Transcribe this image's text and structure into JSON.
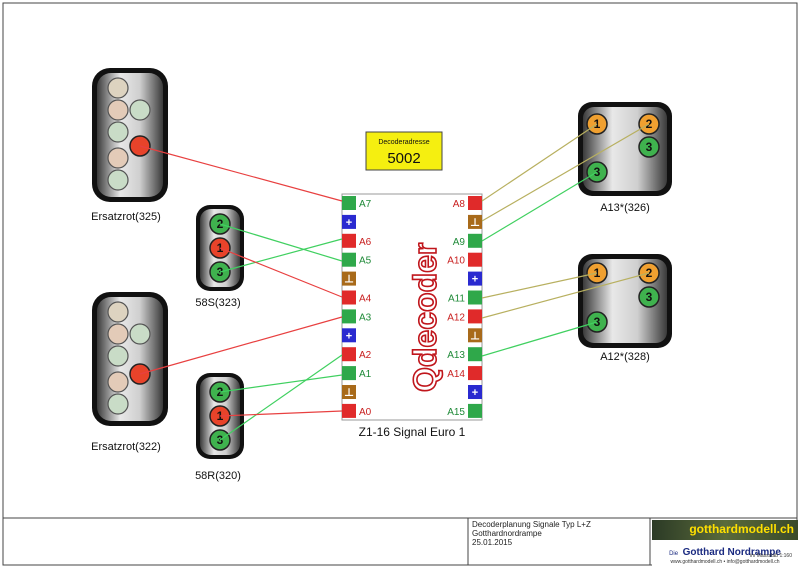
{
  "decoder": {
    "address_label": "Decoderadresse",
    "address_value": "5002",
    "name": "Z1-16 Signal Euro 1",
    "brand": "Qdecoder",
    "left_pins": [
      {
        "label": "A7",
        "type": "green"
      },
      {
        "label": "+",
        "type": "plus"
      },
      {
        "label": "A6",
        "type": "red"
      },
      {
        "label": "A5",
        "type": "green"
      },
      {
        "label": "⊥",
        "type": "ground"
      },
      {
        "label": "A4",
        "type": "red"
      },
      {
        "label": "A3",
        "type": "green"
      },
      {
        "label": "+",
        "type": "plus"
      },
      {
        "label": "A2",
        "type": "red"
      },
      {
        "label": "A1",
        "type": "green"
      },
      {
        "label": "⊥",
        "type": "ground"
      },
      {
        "label": "A0",
        "type": "red"
      }
    ],
    "right_pins": [
      {
        "label": "A8",
        "type": "red"
      },
      {
        "label": "⊥",
        "type": "ground"
      },
      {
        "label": "A9",
        "type": "green"
      },
      {
        "label": "A10",
        "type": "red"
      },
      {
        "label": "+",
        "type": "plus"
      },
      {
        "label": "A11",
        "type": "green"
      },
      {
        "label": "A12",
        "type": "red"
      },
      {
        "label": "⊥",
        "type": "ground"
      },
      {
        "label": "A13",
        "type": "green"
      },
      {
        "label": "A14",
        "type": "red"
      },
      {
        "label": "+",
        "type": "plus"
      },
      {
        "label": "A15",
        "type": "green"
      }
    ]
  },
  "signals": {
    "ersatzrot_325": {
      "label": "Ersatzrot(325)"
    },
    "ersatzrot_322": {
      "label": "Ersatzrot(322)"
    },
    "s58_323": {
      "label": "58S(323)",
      "lamps": [
        "2",
        "1",
        "3"
      ]
    },
    "r58_320": {
      "label": "58R(320)",
      "lamps": [
        "2",
        "1",
        "3"
      ]
    },
    "a13_326": {
      "label": "A13*(326)",
      "lamps": [
        "1",
        "2",
        "3",
        "3"
      ]
    },
    "a12_328": {
      "label": "A12*(328)",
      "lamps": [
        "1",
        "2",
        "3",
        "3"
      ]
    }
  },
  "title_block": {
    "line1": "Decoderplanung Signale Typ L+Z",
    "line2": "Gotthardnordrampe",
    "line3": "25.01.2015",
    "logo_text": "gotthardmodell.ch",
    "logo_title_prefix": "Die",
    "logo_title": "Gotthard Nordrampe",
    "logo_subtitle": "im Massstab 1:160",
    "logo_footer": "www.gotthardmodell.ch • info@gotthardmodell.ch"
  },
  "colors": {
    "pin_green": "#2fa84a",
    "pin_red": "#e02a2a",
    "pin_plus": "#2a2ad0",
    "pin_ground": "#a86a1a",
    "lamp_green": "#3fb24e",
    "lamp_red": "#e8432a",
    "lamp_orange": "#f0a030",
    "wire_red": "#e84040",
    "wire_green": "#40d060",
    "wire_olive": "#b8b060",
    "address_bg": "#f5ef10"
  }
}
